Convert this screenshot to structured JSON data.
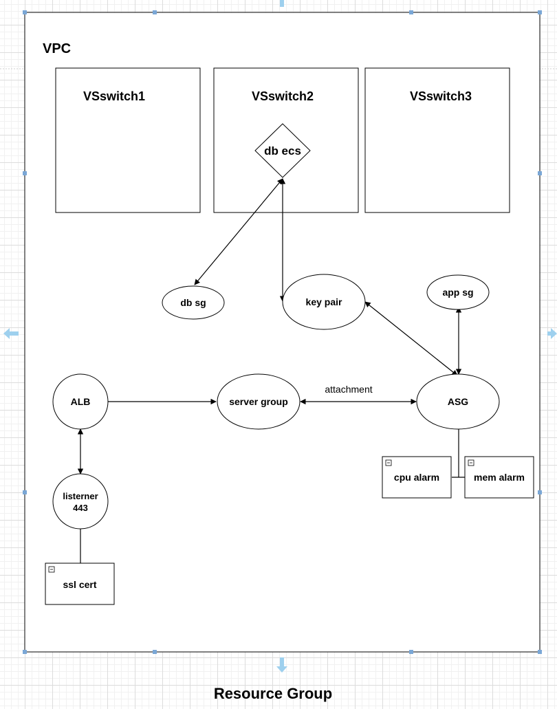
{
  "diagram": {
    "container_label": "VPC",
    "footer_label": "Resource Group",
    "switches": [
      "VSswitch1",
      "VSswitch2",
      "VSswitch3"
    ],
    "nodes": {
      "db_ecs": "db ecs",
      "db_sg": "db sg",
      "key_pair": "key pair",
      "app_sg": "app sg",
      "alb": "ALB",
      "server_group": "server group",
      "asg": "ASG",
      "listener_line1": "listerner",
      "listener_line2": "443",
      "ssl_cert": "ssl cert",
      "cpu_alarm": "cpu alarm",
      "mem_alarm": "mem alarm"
    },
    "edge_labels": {
      "attachment": "attachment"
    }
  }
}
